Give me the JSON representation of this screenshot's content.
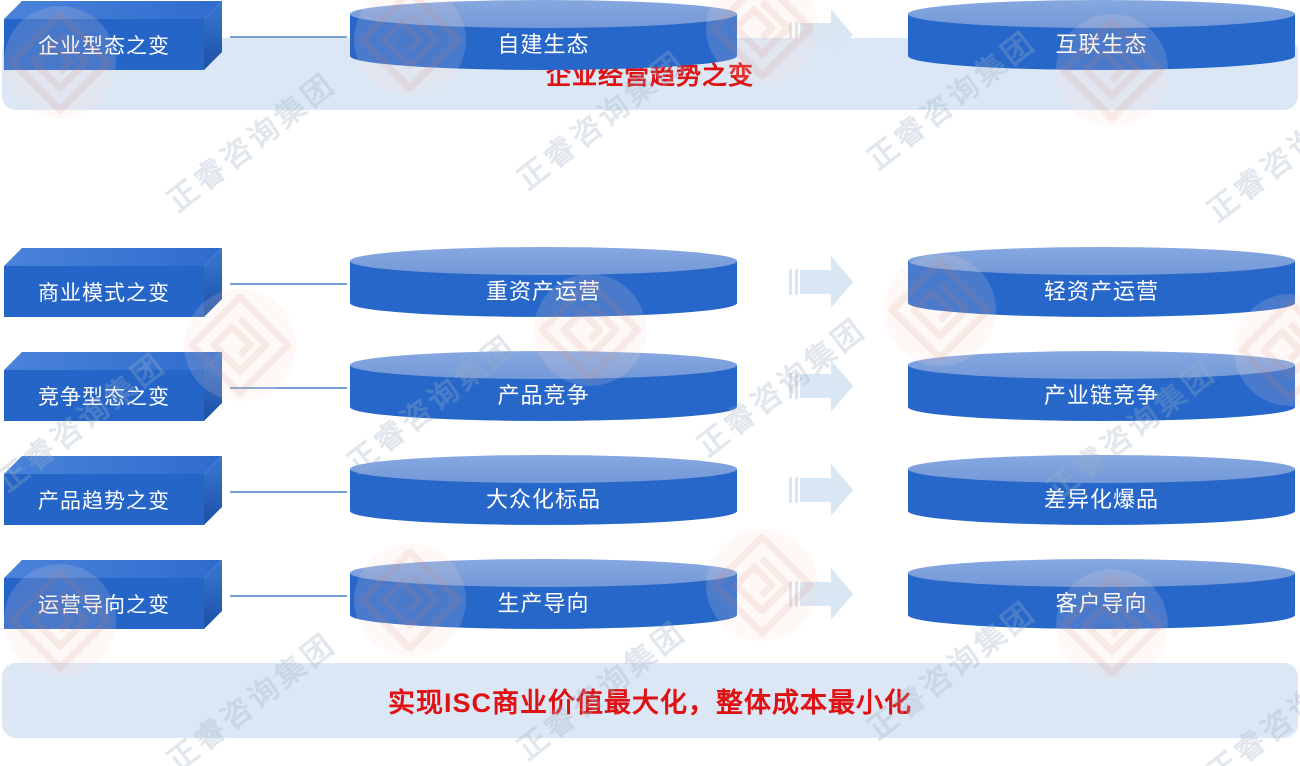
{
  "title": "企业经营趋势之变",
  "footer": "实现ISC商业价值最大化，整体成本最小化",
  "watermark": {
    "text": "正睿咨询集团"
  },
  "colors": {
    "primary_blue": "#2565c8",
    "cylinder_body": "#2767ca",
    "cylinder_top": "#7fa3dd",
    "band_background": "#dbe7f5",
    "accent_red": "#e01112",
    "arrow_fill": "#d9e6f4",
    "connector_line": "#77a0d9"
  },
  "rows": [
    {
      "box": "商业模式之变",
      "from": "重资产运营",
      "to": "轻资产运营"
    },
    {
      "box": "竞争型态之变",
      "from": "产品竞争",
      "to": "产业链竞争"
    },
    {
      "box": "产品趋势之变",
      "from": "大众化标品",
      "to": "差异化爆品"
    },
    {
      "box": "运营导向之变",
      "from": "生产导向",
      "to": "客户导向"
    },
    {
      "box": "企业型态之变",
      "from": "自建生态",
      "to": "互联生态"
    }
  ]
}
